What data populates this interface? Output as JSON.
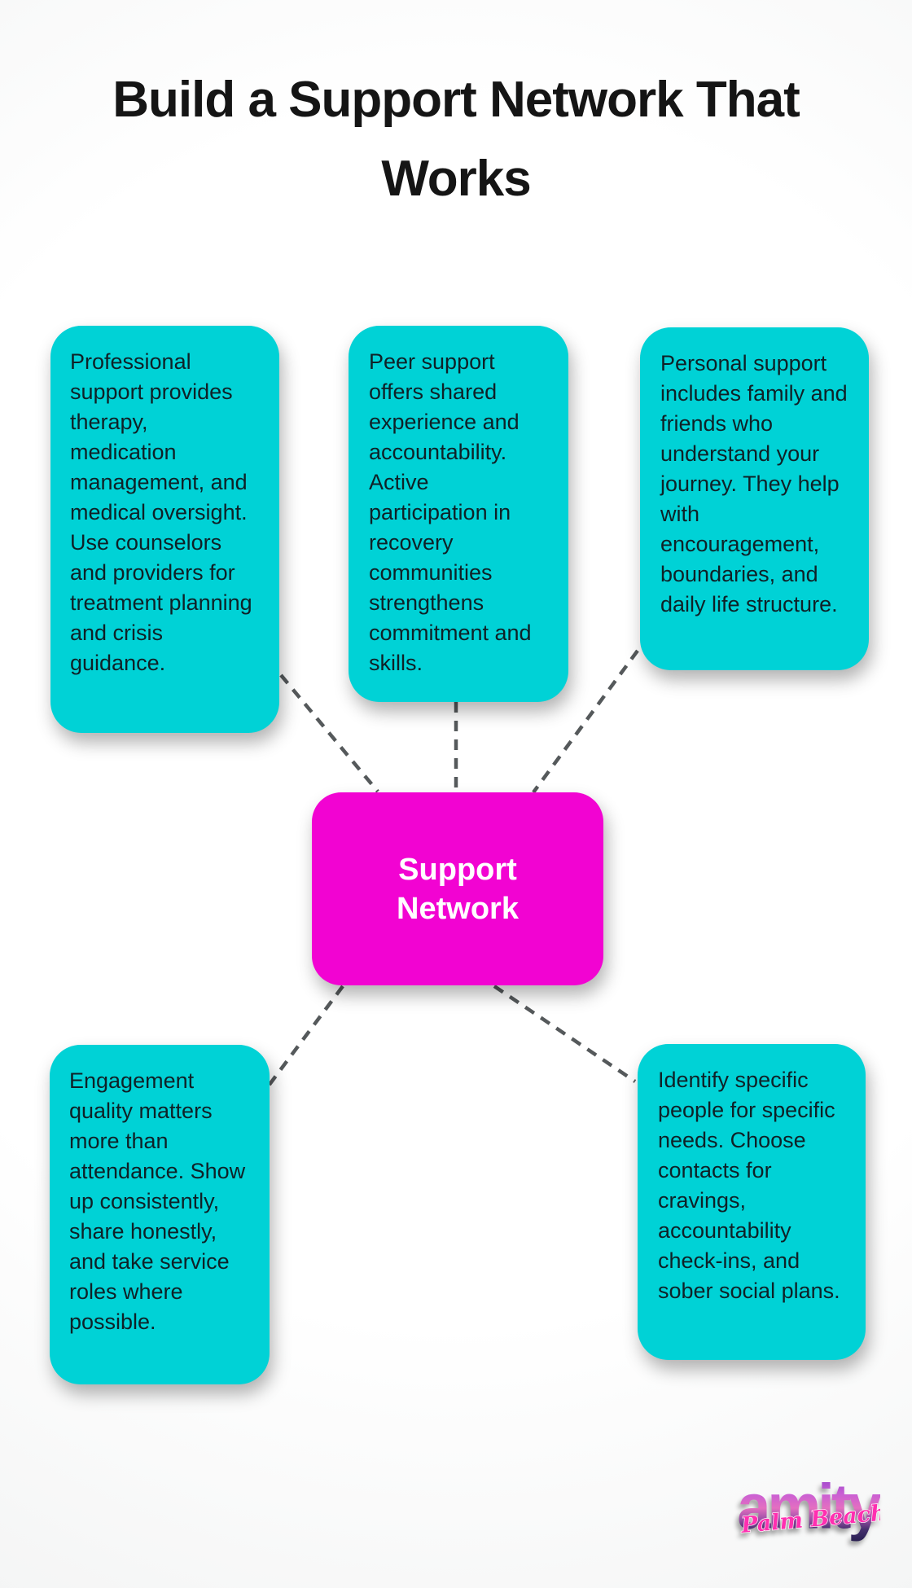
{
  "title": {
    "line1": "Build a Support Network That",
    "line2": "Works"
  },
  "center": {
    "label": "Support Network"
  },
  "nodes": [
    {
      "id": "professional-support",
      "text": "Professional support provides therapy, medication management, and medical oversight. Use counselors and providers for treatment planning and crisis guidance."
    },
    {
      "id": "peer-support",
      "text": "Peer support offers shared experience and accountability. Active participation in recovery communities strengthens commitment and skills."
    },
    {
      "id": "personal-support",
      "text": "Personal support includes family and friends who understand your journey. They help with encouragement, boundaries, and daily life structure."
    },
    {
      "id": "engagement-quality",
      "text": "Engagement quality matters more than attendance. Show up consistently, share honestly, and take service roles where possible."
    },
    {
      "id": "identify-people",
      "text": "Identify specific people for specific needs. Choose contacts for cravings, accountability check-ins, and sober social plans."
    }
  ],
  "logo": {
    "brand": "amity",
    "location": "Palm Beach"
  },
  "colors": {
    "teal": "#00D2D6",
    "magenta": "#F203D2",
    "text_dark": "#0F2127",
    "connector_gray": "#55595B",
    "title_black": "#151515",
    "logo_pink": "#FF2FB0"
  }
}
